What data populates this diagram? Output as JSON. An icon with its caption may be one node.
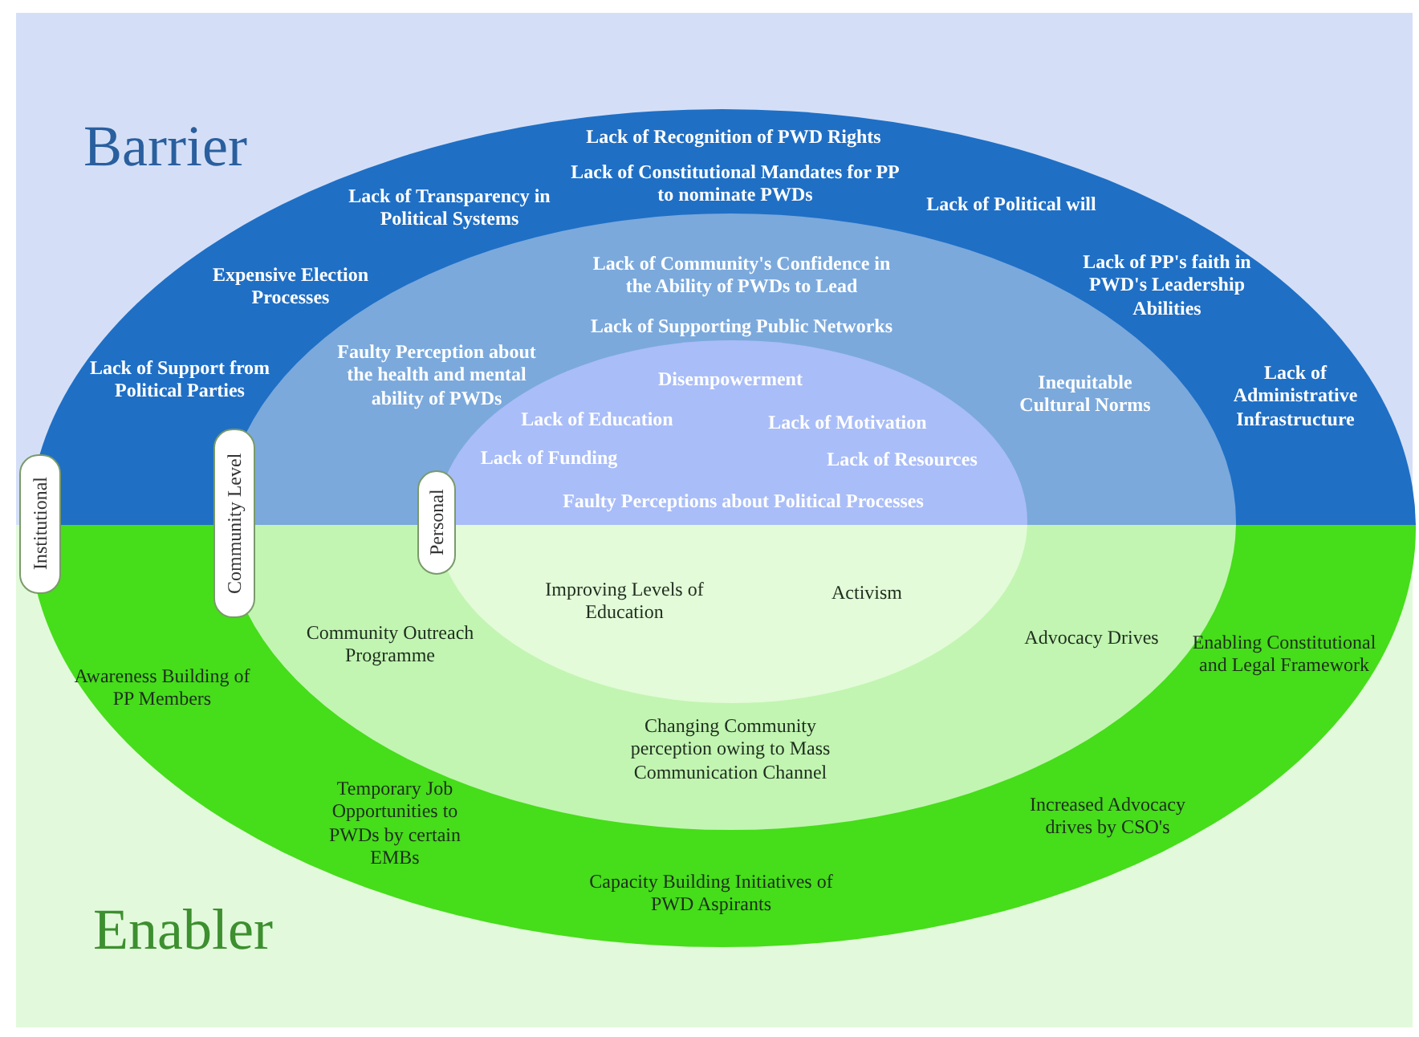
{
  "diagram": {
    "nodes": [
      {
        "text": [
          "Institutional"
        ]
      },
      {
        "text": [
          "Lack of Recognition of PWD Rights",
          "Lack of Constitutional Mandates for PP to nominate PWDs",
          "Lack of Transparency in Political Systems",
          "Lack of Political will",
          "Expensive Election Processes",
          "Lack of PP's faith in PWD's Leadership Abilities",
          "Lack of Support from Political Parties",
          "Lack of Administrative Infrastructure",
          "Awareness Building of PP Members",
          "Enabling Constitutional and Legal Framework",
          "Temporary Job Opportunities to PWDs by certain EMBs",
          "Increased Advocacy drives by CSO's",
          "Capacity Building Initiatives of PWD Aspirants"
        ]
      },
      {
        "text": [
          "Community Level"
        ],
        "in": 1
      },
      {
        "text": [
          "Lack of Community's Confidence in the Ability of PWDs to Lead",
          "Lack of Supporting Public Networks",
          "Faulty Perception about the health and mental ability of PWDs",
          "Inequitable Cultural Norms",
          "Community Outreach Programme",
          "Advocacy Drives",
          "Changing Community perception owing to Mass Communication Channel"
        ],
        "in": 1
      },
      {
        "text": [
          "Personal"
        ],
        "in": 3
      },
      {
        "text": [
          "Disempowerment",
          "Lack of Education",
          "Lack of Motivation",
          "Lack of Funding",
          "Lack of Resources",
          "Faulty Perceptions about Political Processes",
          "Improving Levels of Education",
          "Activism"
        ],
        "in": 3
      }
    ],
    "labels": [
      "Barrier",
      "Enabler"
    ]
  }
}
